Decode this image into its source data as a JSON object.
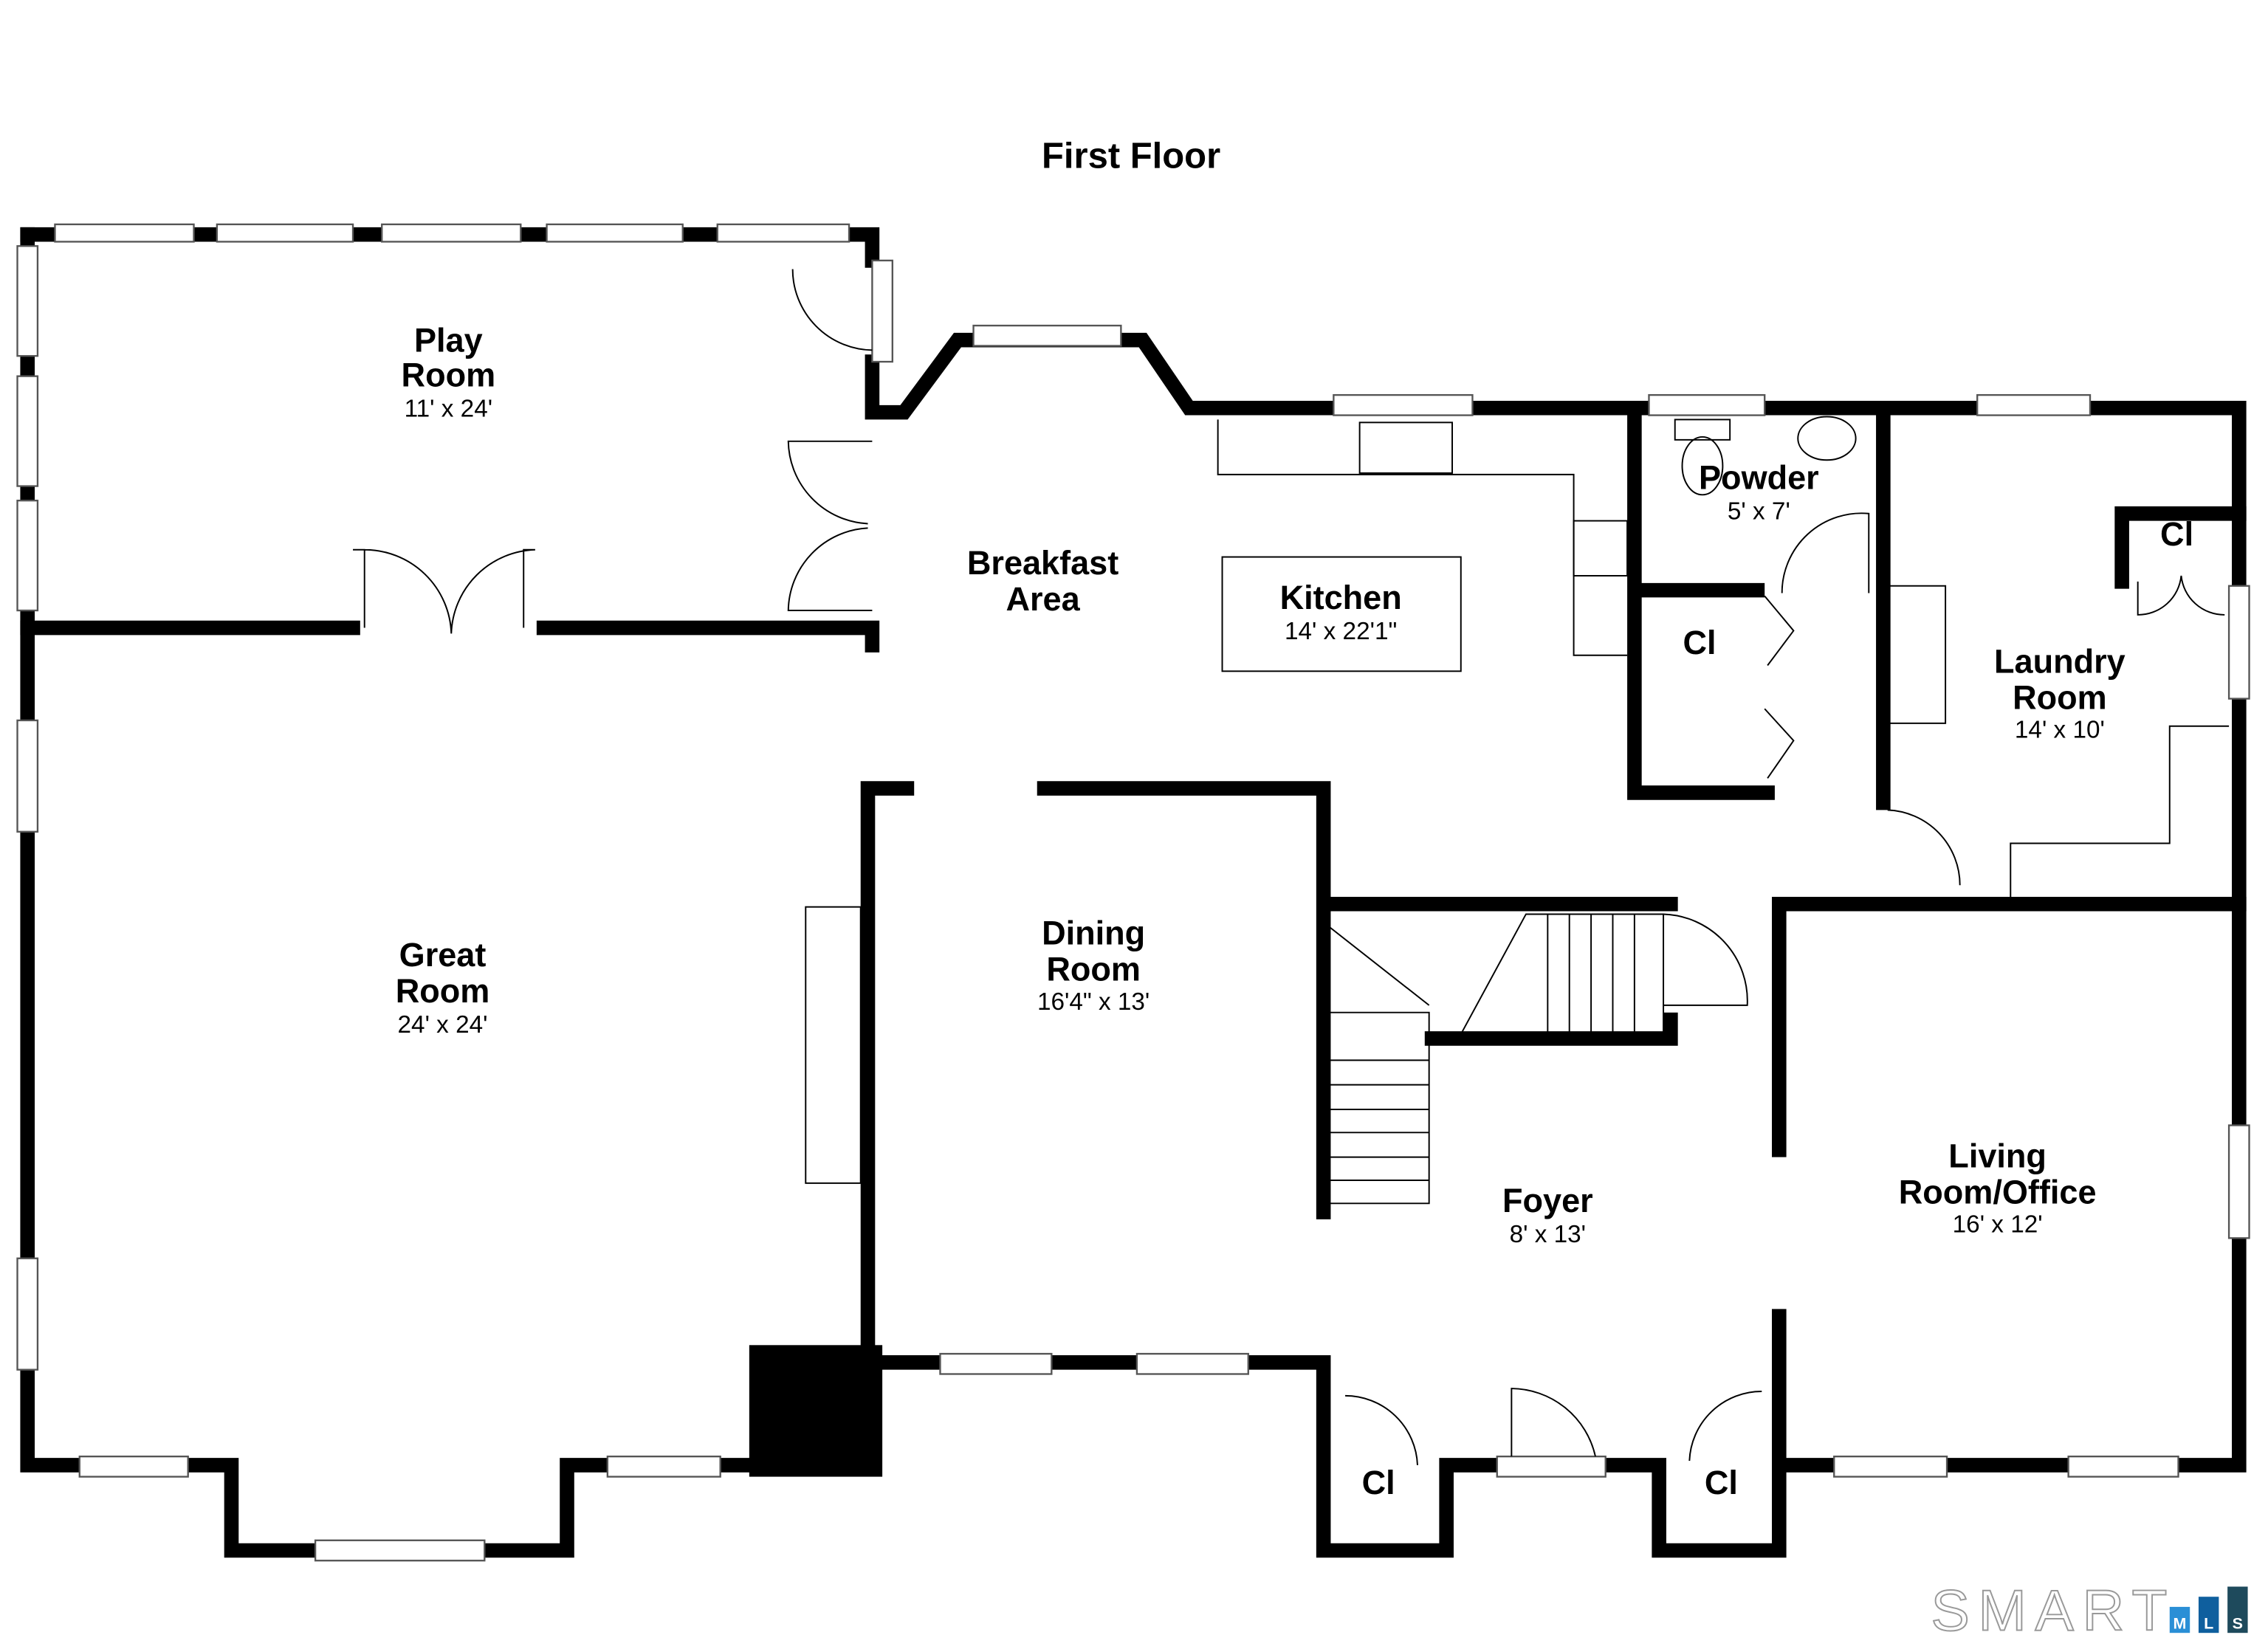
{
  "title": "First Floor",
  "rooms": {
    "play": {
      "name1": "Play",
      "name2": "Room",
      "dim": "11' x 24'"
    },
    "breakfast": {
      "name1": "Breakfast",
      "name2": "Area"
    },
    "kitchen": {
      "name1": "Kitchen",
      "dim": "14' x 22'1\""
    },
    "powder": {
      "name1": "Powder",
      "dim": "5' x 7'"
    },
    "closet_hall": {
      "name1": "Cl"
    },
    "laundry": {
      "name1": "Laundry",
      "name2": "Room",
      "dim": "14' x 10'"
    },
    "closet_laundry": {
      "name1": "Cl"
    },
    "great": {
      "name1": "Great",
      "name2": "Room",
      "dim": "24' x 24'"
    },
    "dining": {
      "name1": "Dining",
      "name2": "Room",
      "dim": "16'4\" x 13'"
    },
    "foyer": {
      "name1": "Foyer",
      "dim": "8' x 13'"
    },
    "living": {
      "name1": "Living",
      "name2": "Room/Office",
      "dim": "16' x 12'"
    },
    "closet_foyer_left": {
      "name1": "Cl"
    },
    "closet_foyer_right": {
      "name1": "Cl"
    }
  },
  "logo": {
    "text": "SMART",
    "letters": [
      "M",
      "L",
      "S"
    ],
    "colors": [
      "#2a8fd6",
      "#0f5f9e",
      "#1e4a5c"
    ]
  }
}
